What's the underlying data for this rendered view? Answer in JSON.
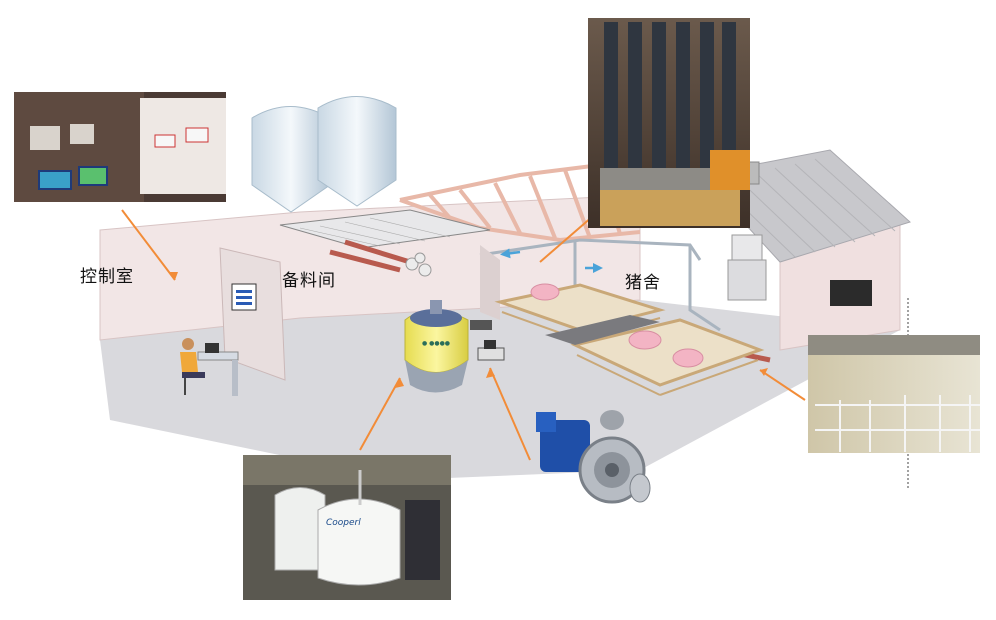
{
  "labels": {
    "control_room": "控制室",
    "feed_room": "备料间",
    "piggery": "猪舍"
  },
  "photo_labels": {
    "tank_brand": "Cooperl"
  },
  "colors": {
    "wall": "#f2e6e6",
    "floor": "#d9d9dd",
    "roof_truss": "#e8b8a8",
    "pipe_red": "#b85a4e",
    "flow_arrow": "#4aa3d9",
    "callout_line": "#f28c38",
    "tank_yellow": "#f4ec6a",
    "pen_wood": "#e6c89a",
    "pig_pink": "#f3b4c4",
    "pump_blue": "#1f4fa8"
  },
  "icons": [
    "control-room-photo",
    "silo-icon",
    "feed-tank-icon",
    "pump-icon",
    "pipes-photo",
    "pen-photo",
    "pig-icon",
    "operator-icon"
  ]
}
